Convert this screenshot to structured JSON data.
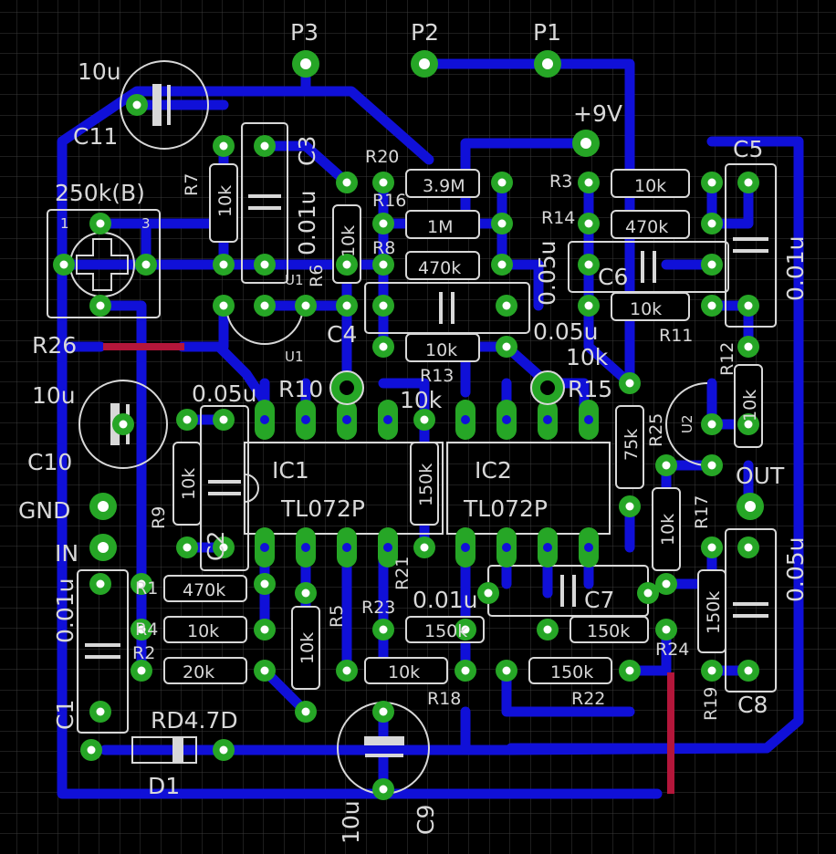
{
  "pads": {
    "p3": "P3",
    "p2": "P2",
    "p1": "P1",
    "vcc": "+9V",
    "gnd": "GND",
    "in": "IN",
    "out": "OUT"
  },
  "ics": {
    "ic1": "IC1",
    "ic1_type": "TL072P",
    "ic2": "IC2",
    "ic2_type": "TL072P"
  },
  "resistors": {
    "r20": "R20",
    "r20_val": "3.9M",
    "r16": "R16",
    "r16_val": "1M",
    "r8": "R8",
    "r8_val": "470k",
    "r13": "R13",
    "r13_val": "10k",
    "r3": "R3",
    "r3_val": "10k",
    "r14": "R14",
    "r14_val": "470k",
    "r11": "R11",
    "r11_val": "10k",
    "r7": "R7",
    "r7_val": "10k",
    "r6": "R6",
    "r6_val": "10k",
    "r10": "R10",
    "r10_val": "10k",
    "r15": "R15",
    "r15_val": "10k",
    "r12": "R12",
    "r12_val": "10k",
    "r25": "R25",
    "r25_val": "75k",
    "r9": "R9",
    "r9_val": "10k",
    "r1": "R1",
    "r1_val": "470k",
    "r4": "R4",
    "r4_val": "10k",
    "r2": "R2",
    "r2_val": "20k",
    "r5": "R5",
    "r5_val": "10k",
    "r21": "R21",
    "r21_val": "150k",
    "r23": "R23",
    "r23_val": "150k",
    "r18": "R18",
    "r18_val": "10k",
    "r24": "R24",
    "r24_val": "150k",
    "r22": "R22",
    "r22_val": "150k",
    "r17": "R17",
    "r17_val": "10k",
    "r19": "R19",
    "r19_val": "150k",
    "r26": "R26",
    "r26_val": "250k(B)"
  },
  "capacitors": {
    "c11": "C11",
    "c11_val": "10u",
    "c3": "C3",
    "c3_val": "0.01u",
    "c4": "C4",
    "c4_val": "0.05u",
    "c6": "C6",
    "c6_val": "0.05u",
    "c5": "C5",
    "c5_val": "0.01u",
    "c10": "C10",
    "c10_val": "10u",
    "c2": "C2",
    "c2_val": "0.05u",
    "c1": "C1",
    "c1_val": "0.01u",
    "c7": "C7",
    "c7_val": "0.01u",
    "c8": "C8",
    "c8_val": "0.05u",
    "c9": "C9",
    "c9_val": "10u"
  },
  "misc": {
    "u1": "U1",
    "u1b": "U1",
    "u2": "U2",
    "d1": "D1",
    "d1_val": "RD4.7D",
    "pot_pin1": "1",
    "pot_pin3": "3",
    "c9_val2": "10u"
  },
  "colors": {
    "background": "#000000",
    "grid": "#3a3a3a",
    "trace": "#1010d8",
    "pad": "#26a626",
    "silk": "#d8d8d8",
    "wire": "#b3163a"
  }
}
